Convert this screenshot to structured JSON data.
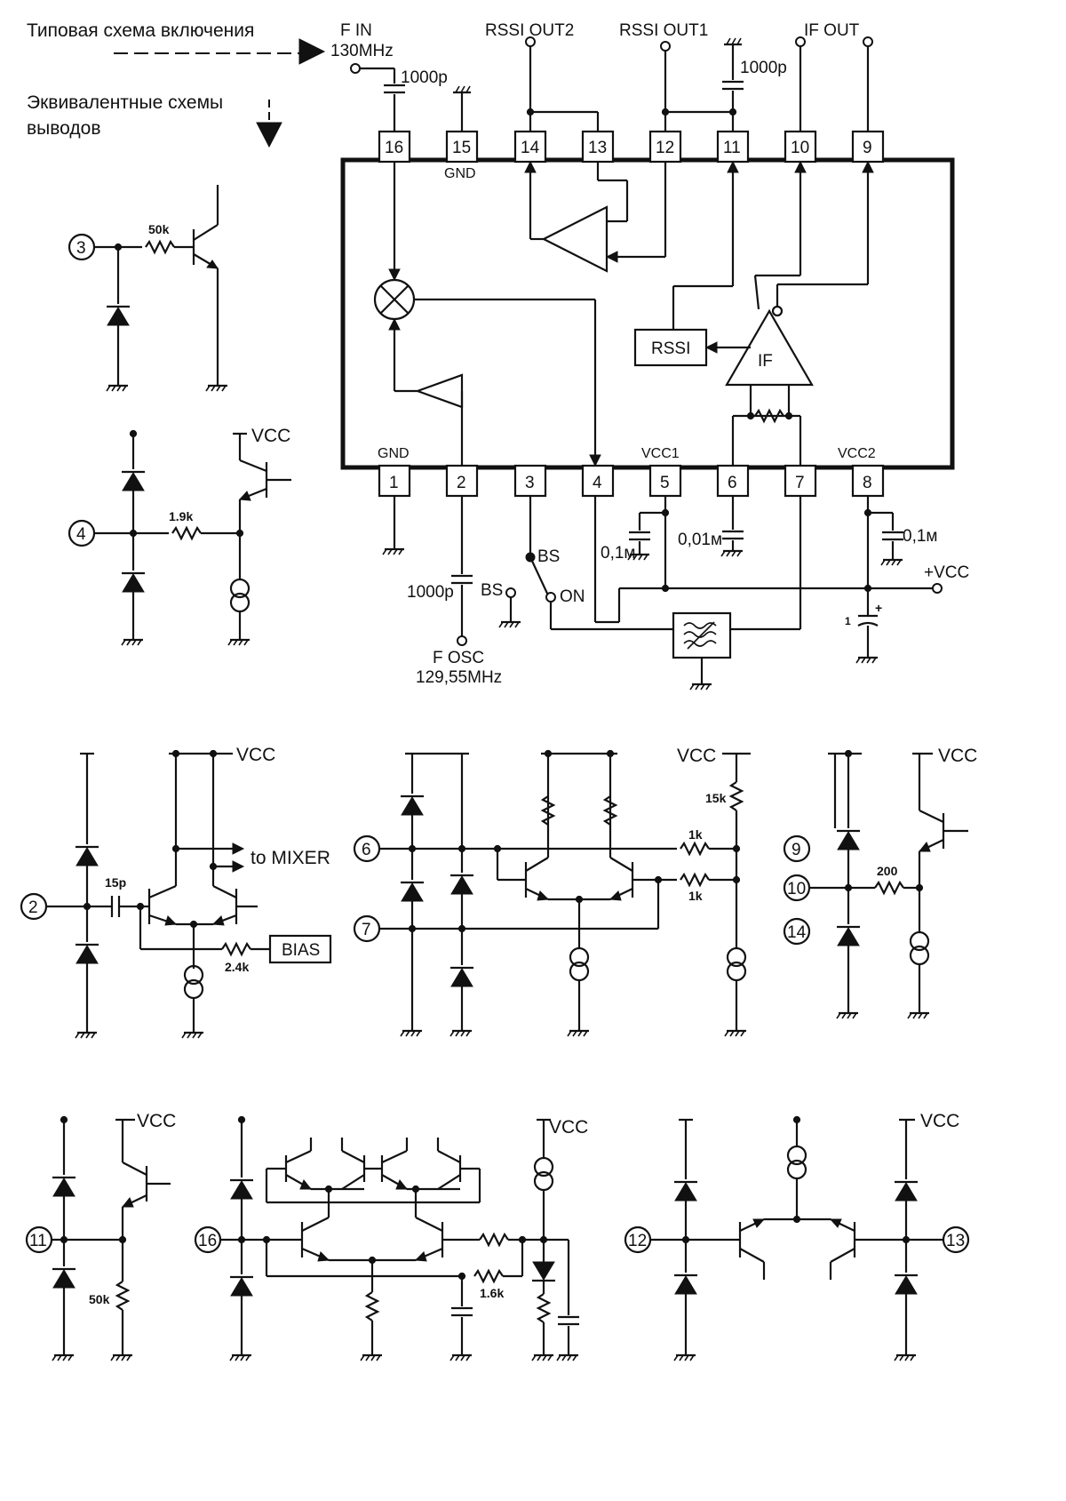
{
  "legend": {
    "typical": "Типовая схема включения",
    "equivalent_line1": "Эквивалентные схемы",
    "equivalent_line2": "выводов"
  },
  "ports": {
    "fin_line1": "F IN",
    "fin_line2": "130MHz",
    "rssi_out2": "RSSI OUT2",
    "rssi_out1": "RSSI OUT1",
    "if_out": "IF OUT",
    "fosc_line1": "F OSC",
    "fosc_line2": "129,55MHz",
    "vcc_plus": "+VCC"
  },
  "ic": {
    "gnd_top": "GND",
    "gnd_bottom": "GND",
    "vcc1": "VCC1",
    "vcc2": "VCC2",
    "rssi_block": "RSSI",
    "if_block": "IF",
    "pins_top": [
      "16",
      "15",
      "14",
      "13",
      "12",
      "11",
      "10",
      "9"
    ],
    "pins_bottom": [
      "1",
      "2",
      "3",
      "4",
      "5",
      "6",
      "7",
      "8"
    ]
  },
  "components": {
    "c_fin": "1000p",
    "c_rssi": "1000p",
    "c_fosc": "1000p",
    "c_pin5": "0,1м",
    "c_pin6": "0,01м",
    "c_pin8": "0,1м",
    "switch_bs": "BS",
    "switch_bs2": "BS",
    "switch_on": "ON",
    "electrolytic_mark": "1"
  },
  "eq_pin3": {
    "pin": "3",
    "r1": "50k"
  },
  "eq_pin4": {
    "pin": "4",
    "r1": "1.9k",
    "vcc": "VCC"
  },
  "eq_pin2": {
    "pin": "2",
    "cap": "15p",
    "r_bias": "2.4k",
    "bias": "BIAS",
    "mixer": "to MIXER",
    "vcc": "VCC"
  },
  "eq_pin67": {
    "pin_a": "6",
    "pin_b": "7",
    "r1": "1k",
    "r2": "1k",
    "r3": "15k",
    "vcc": "VCC"
  },
  "eq_pin91014": {
    "pin_a": "9",
    "pin_b": "10",
    "pin_c": "14",
    "r1": "200",
    "vcc": "VCC"
  },
  "eq_pin11": {
    "pin": "11",
    "r1": "50k",
    "vcc": "VCC"
  },
  "eq_pin16": {
    "pin": "16",
    "r1": "1.6k",
    "vcc": "VCC"
  },
  "eq_pin1213": {
    "pin_a": "12",
    "pin_b": "13",
    "vcc": "VCC"
  }
}
